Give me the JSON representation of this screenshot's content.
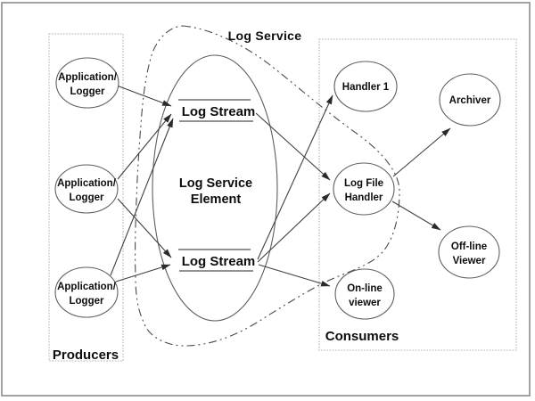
{
  "title": "Log Service",
  "groups": {
    "producers": {
      "label": "Producers"
    },
    "consumers": {
      "label": "Consumers"
    }
  },
  "central": {
    "line1": "Log Service",
    "line2": "Element"
  },
  "streams": {
    "top": "Log Stream",
    "bottom": "Log Stream"
  },
  "nodes": {
    "producer1": {
      "line1": "Application/",
      "line2": "Logger"
    },
    "producer2": {
      "line1": "Application/",
      "line2": "Logger"
    },
    "producer3": {
      "line1": "Application/",
      "line2": "Logger"
    },
    "handler1": {
      "line1": "Handler 1"
    },
    "logfilehandler": {
      "line1": "Log File",
      "line2": "Handler"
    },
    "onlineviewer": {
      "line1": "On-line",
      "line2": "viewer"
    },
    "archiver": {
      "line1": "Archiver"
    },
    "offlineviewer": {
      "line1": "Off-line",
      "line2": "Viewer"
    }
  },
  "connections": [
    {
      "from": "application-logger-1",
      "to": "log-stream-top"
    },
    {
      "from": "application-logger-2",
      "to": "log-stream-top"
    },
    {
      "from": "application-logger-2",
      "to": "log-stream-bottom"
    },
    {
      "from": "application-logger-3",
      "to": "log-stream-top"
    },
    {
      "from": "application-logger-3",
      "to": "log-stream-bottom"
    },
    {
      "from": "log-stream-top",
      "to": "log-file-handler"
    },
    {
      "from": "log-stream-bottom",
      "to": "handler-1"
    },
    {
      "from": "log-stream-bottom",
      "to": "log-file-handler"
    },
    {
      "from": "log-stream-bottom",
      "to": "on-line-viewer"
    },
    {
      "from": "log-file-handler",
      "to": "archiver"
    },
    {
      "from": "log-file-handler",
      "to": "off-line-viewer"
    }
  ],
  "colors": {
    "background": "#ffffff",
    "stroke": "#3f3f3f",
    "ellipse_stroke": "#5f5f5f",
    "group_border": "#bfbfbf",
    "frame": "#8c8c8c",
    "text": "#0d0d0d",
    "stream_line": "#6e6e6e"
  }
}
